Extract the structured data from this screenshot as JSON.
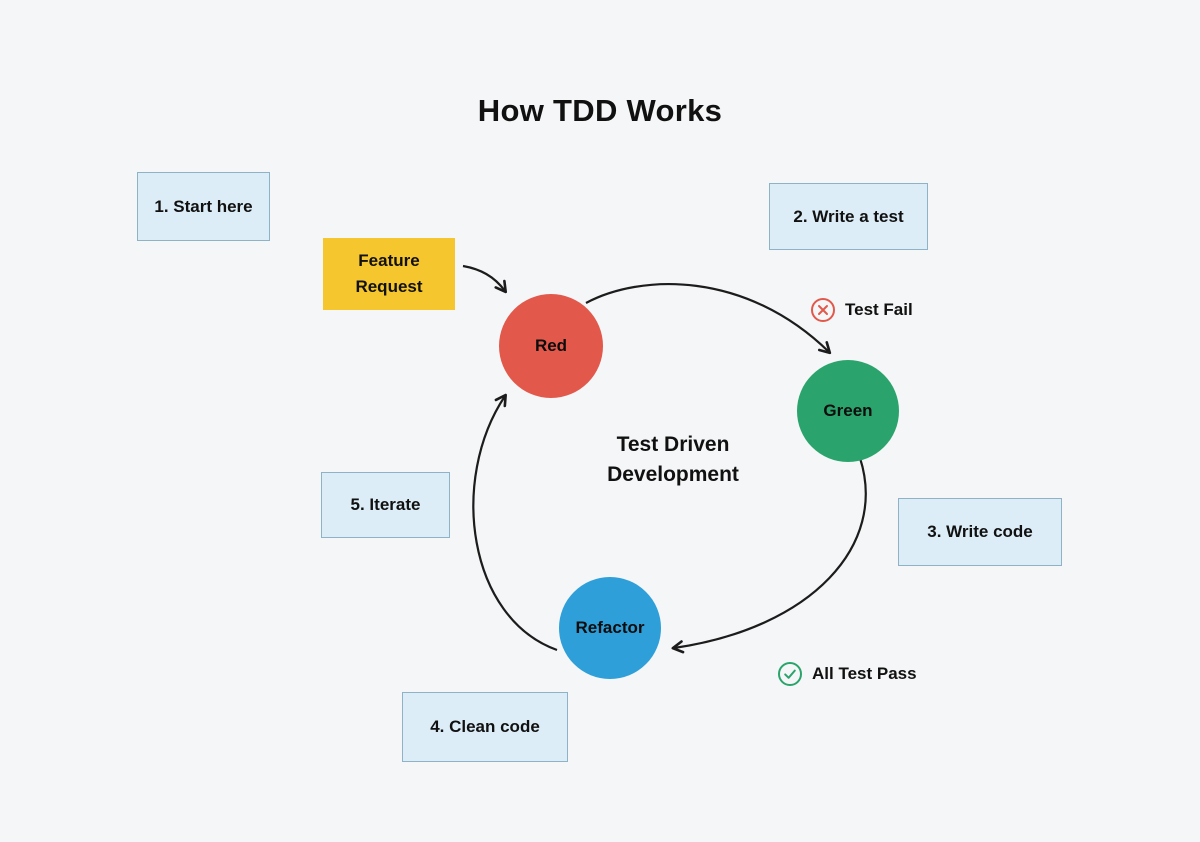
{
  "title": "How TDD Works",
  "steps": [
    {
      "label": "1. Start here"
    },
    {
      "label": "2. Write a test"
    },
    {
      "label": "3. Write code"
    },
    {
      "label": "4. Clean code"
    },
    {
      "label": "5. Iterate"
    }
  ],
  "feature_request": {
    "line1": "Feature",
    "line2": "Request"
  },
  "cycle": {
    "center_label": {
      "line1": "Test Driven",
      "line2": "Development"
    },
    "nodes": [
      {
        "id": "red",
        "label": "Red"
      },
      {
        "id": "green",
        "label": "Green"
      },
      {
        "id": "refactor",
        "label": "Refactor"
      }
    ]
  },
  "statuses": [
    {
      "label": "Test Fail",
      "icon": "x-circle-icon"
    },
    {
      "label": "All Test Pass",
      "icon": "check-circle-icon"
    }
  ],
  "colors": {
    "background": "#f5f6f7",
    "note_fill": "#dcedf7",
    "note_border": "#8fb3c6",
    "feature_fill": "#f5c62e",
    "red_node": "#e2584b",
    "green_node": "#2aa46c",
    "blue_node": "#2f9fd9",
    "arrow": "#1c1c1c",
    "fail_icon": "#e2584b",
    "pass_icon": "#2aa46c",
    "text": "#111111"
  }
}
